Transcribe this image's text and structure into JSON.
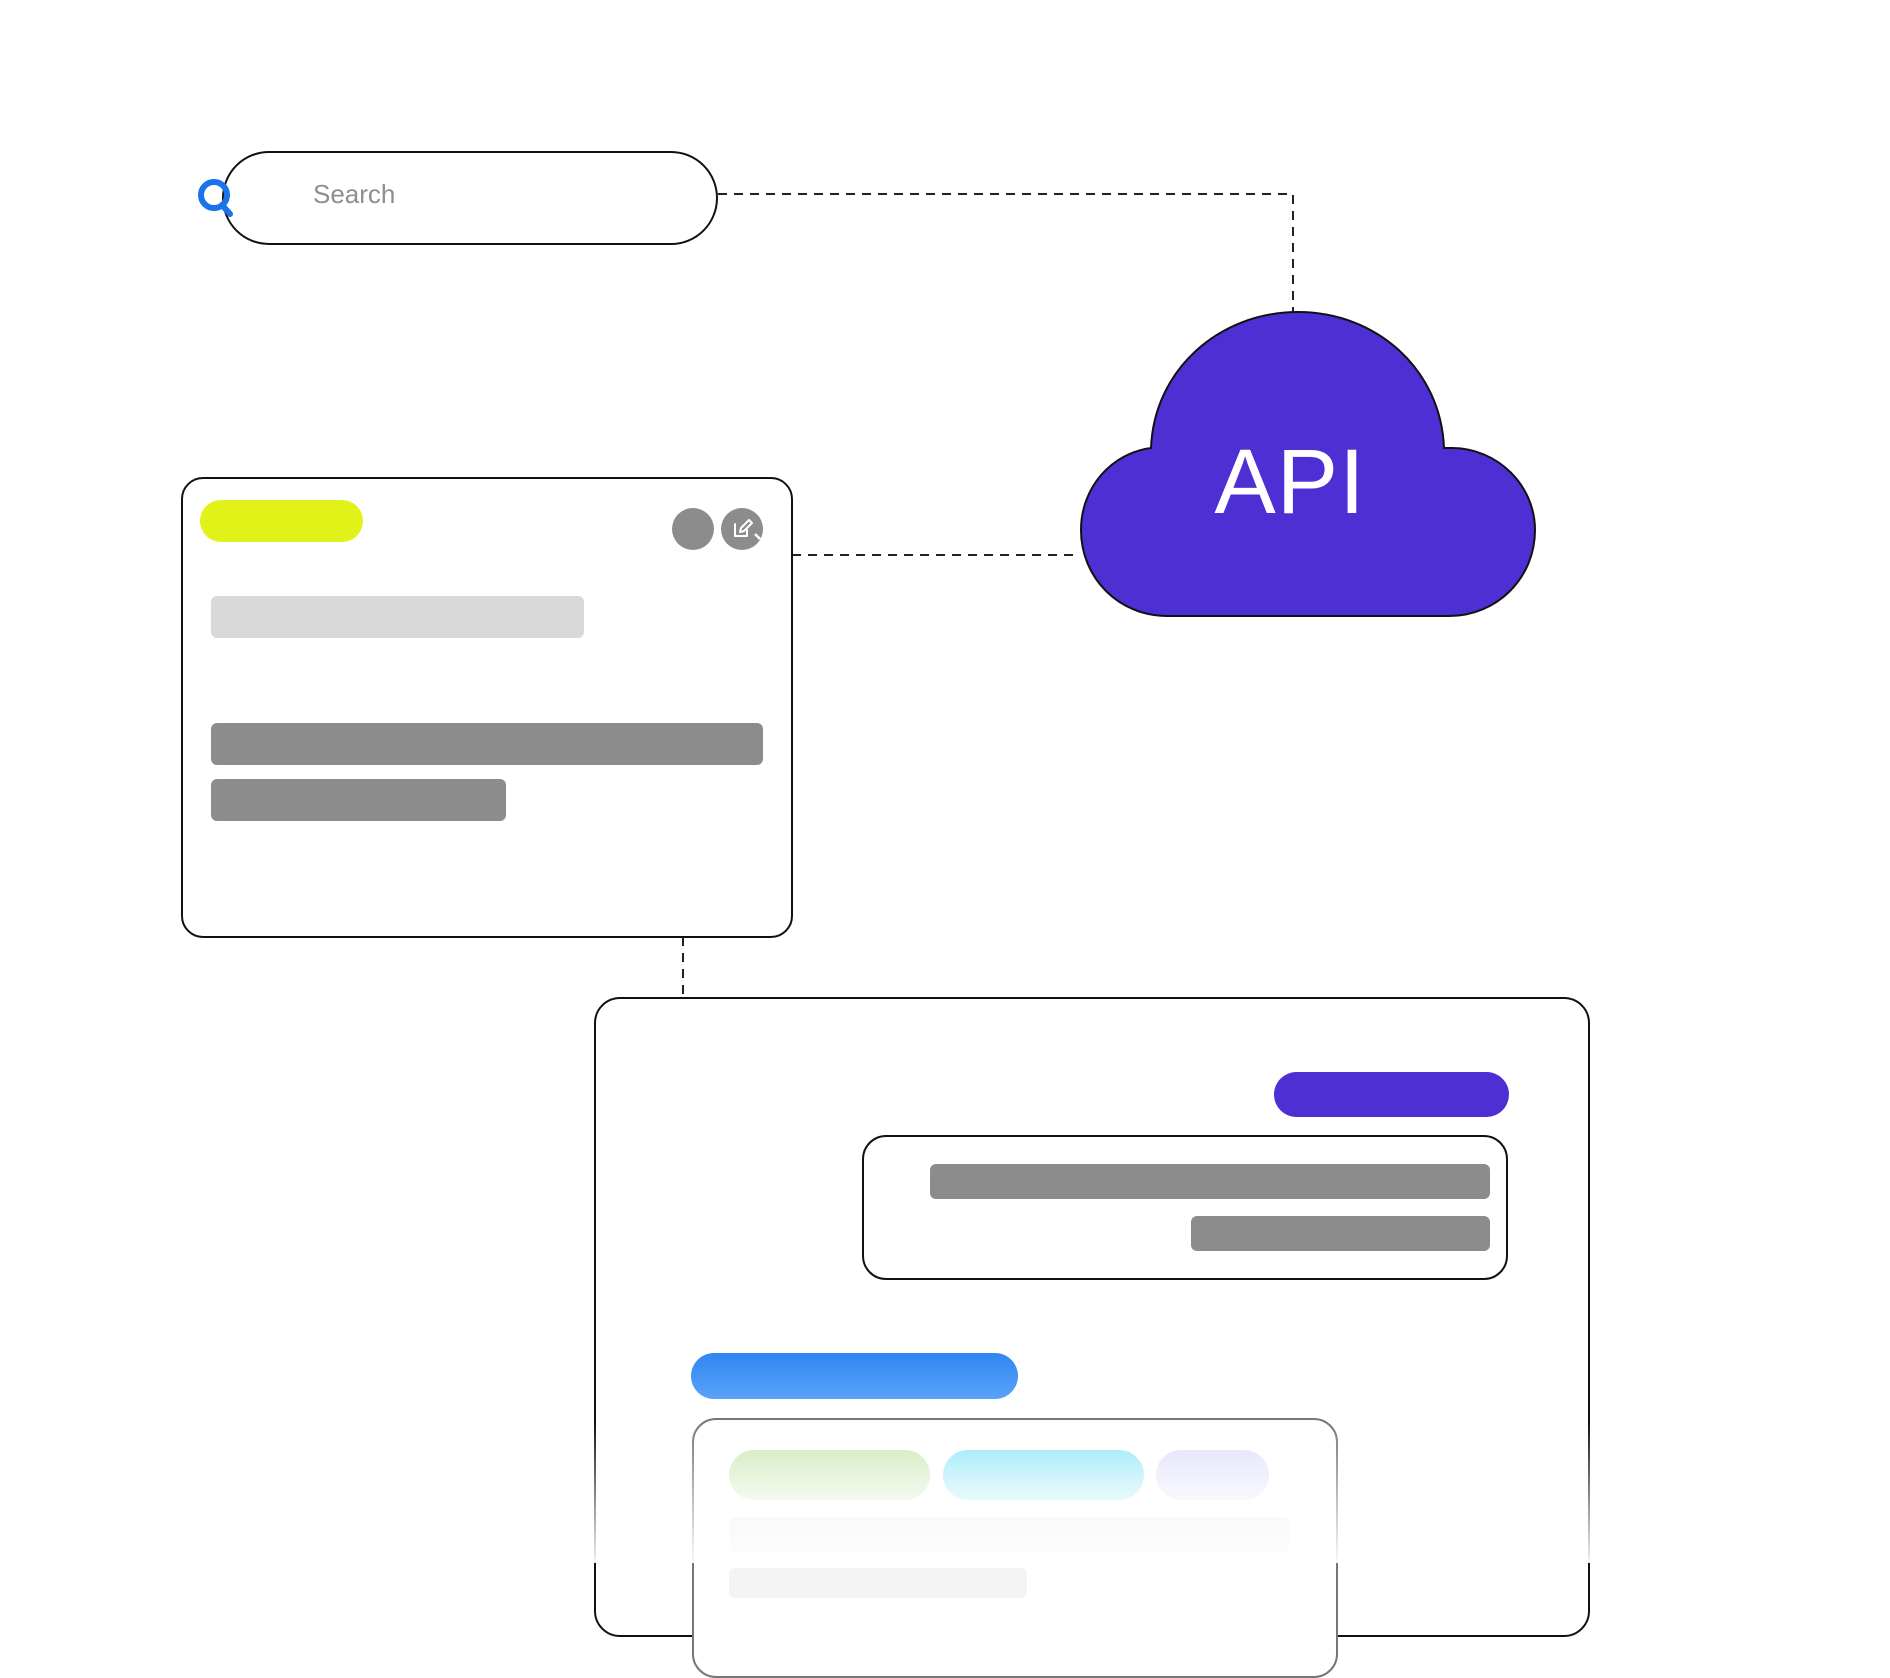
{
  "search": {
    "placeholder": "Search",
    "icon": "search-icon"
  },
  "cloud": {
    "label": "API",
    "icon": "cloud-icon",
    "fill": "#4d2fd4"
  },
  "top_card": {
    "tag_color": "#e1f218",
    "actions": [
      "circle-button",
      "edit-icon"
    ],
    "placeholder_color": "#8c8c8c",
    "light_placeholder_color": "#d9d9d9"
  },
  "bottom_card": {
    "header_pill_color": "#4d2fd4",
    "section_pill_color": "#3d8bf2",
    "tags": [
      {
        "name": "green-tag",
        "color": "#d1ebc0"
      },
      {
        "name": "cyan-tag",
        "color": "#9ce9f8"
      },
      {
        "name": "lavender-tag",
        "color": "#e3e3fb"
      }
    ]
  },
  "colors": {
    "accent_blue": "#1a73e8",
    "border": "#111111",
    "dashed_line": "#222222"
  }
}
